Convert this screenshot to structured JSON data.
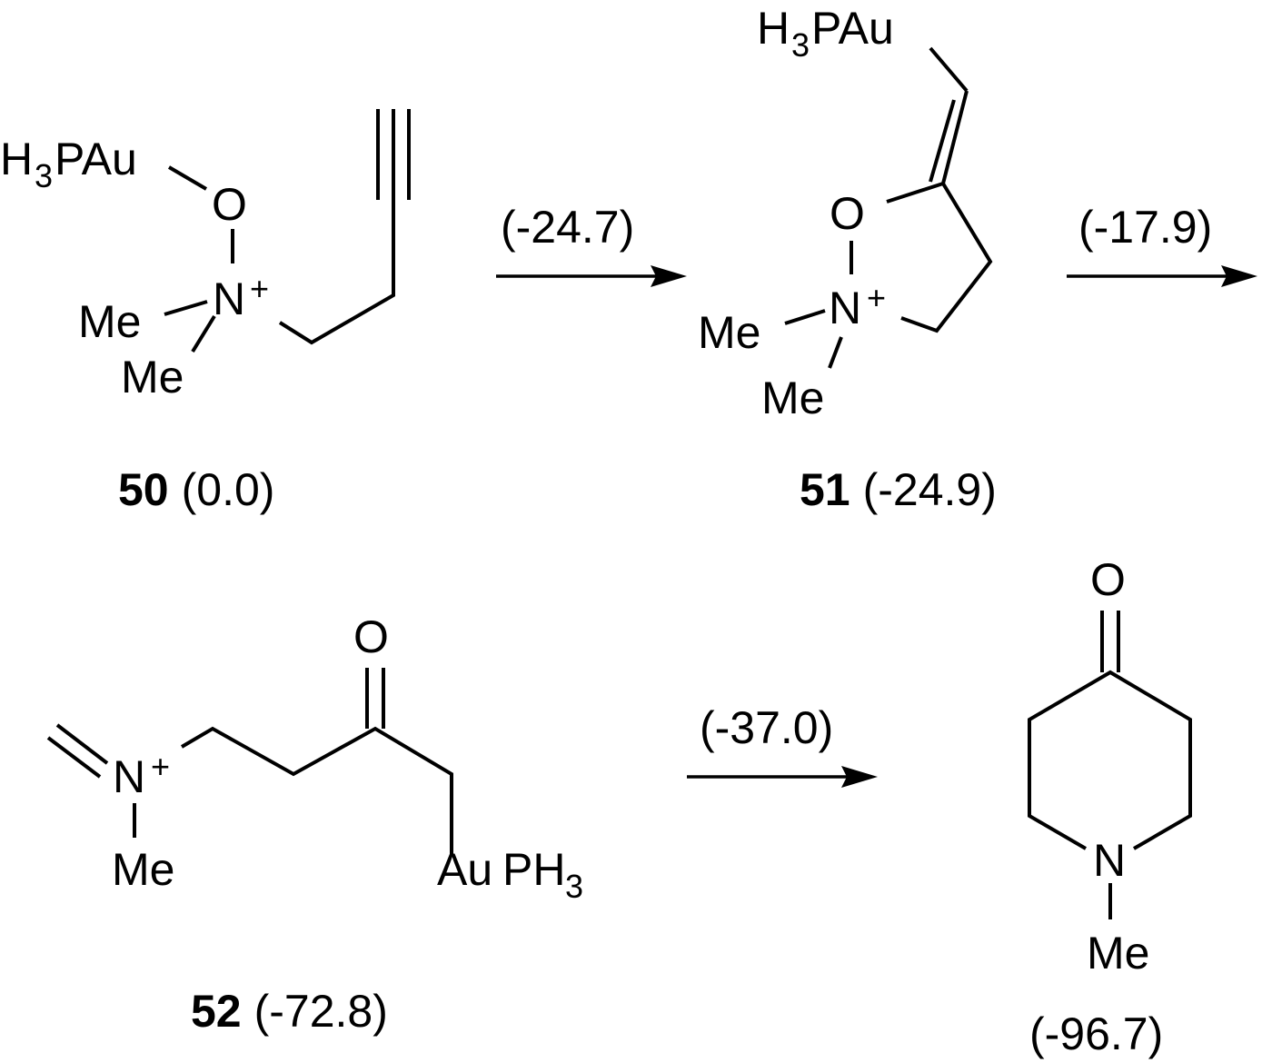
{
  "labels": {
    "h3pau": "H",
    "three": "3",
    "pau": "PAu",
    "au": "Au",
    "ph": "PH",
    "o": "O",
    "n": "N",
    "plus": "+",
    "me": "Me"
  },
  "compounds": [
    {
      "number": "50",
      "energy": "(0.0)"
    },
    {
      "number": "51",
      "energy": "(-24.9)"
    },
    {
      "number": "52",
      "energy": "(-72.8)"
    },
    {
      "number": "",
      "energy": "(-96.7)"
    }
  ],
  "arrows": [
    {
      "label": "(-24.7)"
    },
    {
      "label": "(-17.9)"
    },
    {
      "label": "(-37.0)"
    }
  ]
}
